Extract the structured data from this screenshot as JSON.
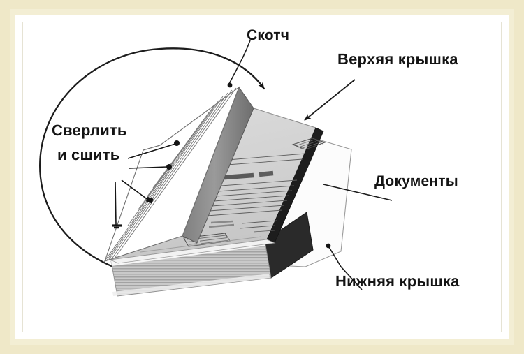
{
  "figure": {
    "title_visible": false,
    "type": "technical-line-diagram",
    "subject": "Сшивание документов в дело (оформление архивного дела)",
    "background_color": "#ffffff",
    "mat_color": "#efe8c8",
    "mat_inner_color": "#f3eed4",
    "frame_color": "#ffffff",
    "ink_color": "#141414"
  },
  "labels": [
    {
      "id": "tape",
      "text": "Скотч",
      "points_to": "spine-tape-strip",
      "leader": "line-down-left"
    },
    {
      "id": "top_cover",
      "text": "Верхяя крышка",
      "points_to": "top-cover-board",
      "leader": "arrow-down-left"
    },
    {
      "id": "drill_line1",
      "text": "Сверлить",
      "points_to": "page-stack-holes",
      "leader": "two-dot-leaders"
    },
    {
      "id": "drill_line2",
      "text": "и сшить",
      "points_to": "page-stack-holes",
      "leader": "two-dot-leaders"
    },
    {
      "id": "documents",
      "text": "Документы",
      "points_to": "document-block-edge",
      "leader": "line-left"
    },
    {
      "id": "bottom_cover",
      "text": "Нижняя крышка",
      "points_to": "bottom-cover-board",
      "leader": "line-up-left"
    }
  ],
  "drawing_parts": [
    {
      "id": "circle-callout",
      "name": "Большая круговая выноска",
      "shape": "open circle arc with arrowhead"
    },
    {
      "id": "page-stack",
      "name": "Веер прошиваемых листов",
      "shape": "fanned sheets"
    },
    {
      "id": "spine-tape-strip",
      "name": "Полоса скотча на корешке",
      "shape": "grey diagonal band"
    },
    {
      "id": "top-cover-board",
      "name": "Верхняя крышка",
      "shape": "parallelogram board"
    },
    {
      "id": "document-block",
      "name": "Блок документов",
      "shape": "striped thick block"
    },
    {
      "id": "bottom-cover-board",
      "name": "Нижняя крышка",
      "shape": "parallelogram board"
    },
    {
      "id": "cover-label-top",
      "name": "Верхняя наклейка-рамка",
      "shape": "small boxed label"
    },
    {
      "id": "cover-label-bottom",
      "name": "Нижняя наклейка-рамка",
      "shape": "small boxed label"
    },
    {
      "id": "cover-title",
      "name": "Заголовок на обложке",
      "shape": "blurred bold text"
    },
    {
      "id": "cover-rules",
      "name": "Линейки для записей",
      "shape": "horizontal rules"
    }
  ]
}
